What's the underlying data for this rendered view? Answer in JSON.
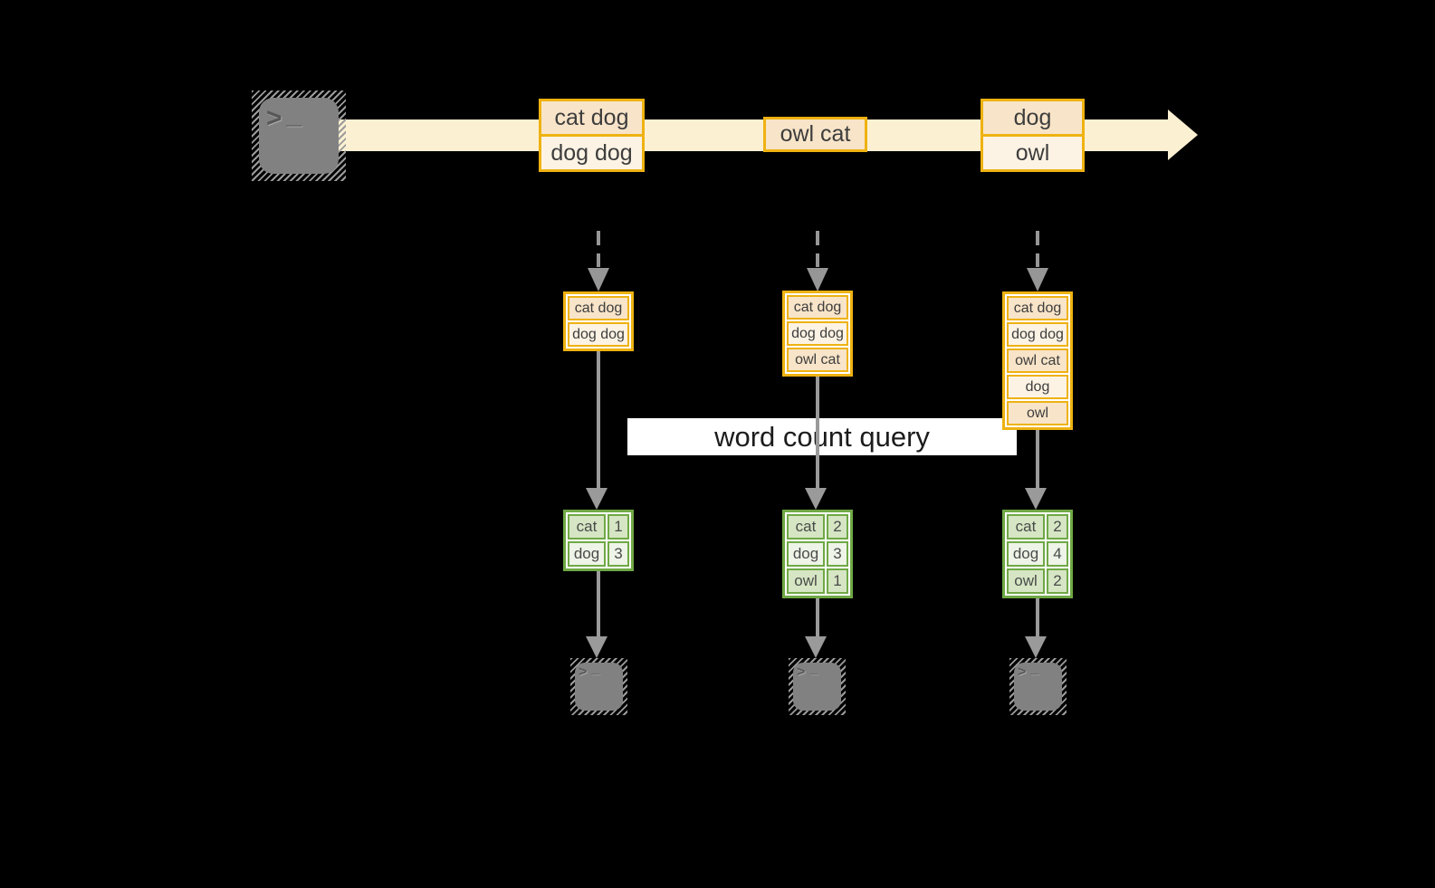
{
  "query": {
    "label": "word count query"
  },
  "source": {
    "terminal_icon": {
      "chevron": ">",
      "cursor": "_"
    }
  },
  "stream": {
    "messages": [
      {
        "lines": [
          "cat dog",
          "dog dog"
        ]
      },
      {
        "lines": [
          "owl cat"
        ]
      },
      {
        "lines": [
          "dog",
          "owl"
        ]
      }
    ]
  },
  "columns": [
    {
      "buffer": [
        "cat dog",
        "dog dog"
      ],
      "counts": [
        {
          "word": "cat",
          "count": "1"
        },
        {
          "word": "dog",
          "count": "3"
        }
      ]
    },
    {
      "buffer": [
        "cat dog",
        "dog dog",
        "owl cat"
      ],
      "counts": [
        {
          "word": "cat",
          "count": "2"
        },
        {
          "word": "dog",
          "count": "3"
        },
        {
          "word": "owl",
          "count": "1"
        }
      ]
    },
    {
      "buffer": [
        "cat dog",
        "dog dog",
        "owl cat",
        "dog",
        "owl"
      ],
      "counts": [
        {
          "word": "cat",
          "count": "2"
        },
        {
          "word": "dog",
          "count": "4"
        },
        {
          "word": "owl",
          "count": "2"
        }
      ]
    }
  ],
  "colors": {
    "background": "#000000",
    "stream_band": "#fcf0d2",
    "record_border": "#eeb211",
    "record_fill_dark": "#f8e4c8",
    "record_fill_light": "#fdf3e4",
    "table_border": "#6fa845",
    "table_fill_dark": "#d6e6c4",
    "table_fill_light": "#eef4e7",
    "arrow_gray": "#9a9a9a",
    "terminal_gray": "#818181",
    "query_box": "#ffffff"
  }
}
